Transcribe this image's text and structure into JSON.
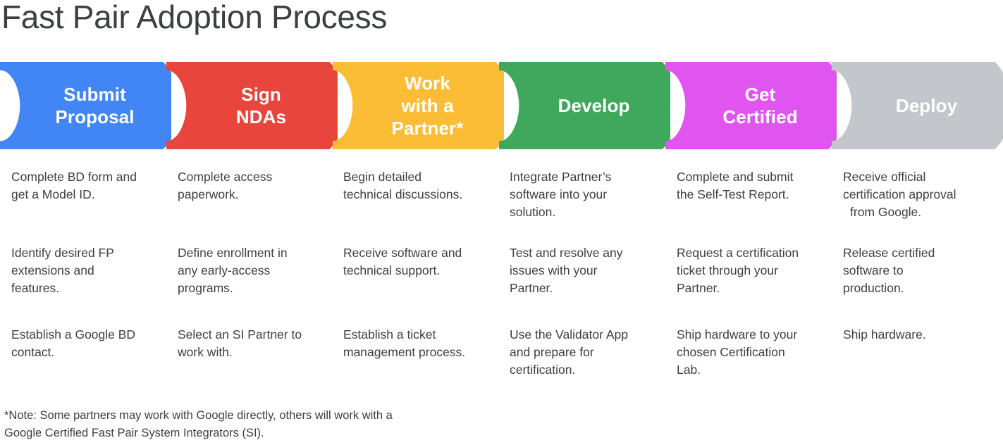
{
  "page": {
    "title": "Fast Pair Adoption Process",
    "title_color": "#3c4043",
    "background": "#ffffff"
  },
  "process": {
    "steps": [
      {
        "id": "submit-proposal",
        "label": "Submit\nProposal",
        "color": "#4285f4",
        "color_name": "google-blue",
        "items": [
          [
            "Complete BD form and",
            "get a Model ID."
          ],
          [
            "Identify desired FP",
            "extensions and",
            "features."
          ],
          [
            "Establish a Google BD",
            "contact."
          ]
        ]
      },
      {
        "id": "sign-ndas",
        "label": "Sign\nNDAs",
        "color": "#e8453c",
        "color_name": "google-red",
        "items": [
          [
            "Complete access",
            "paperwork."
          ],
          [
            "Define enrollment in",
            "any early-access",
            "programs."
          ],
          [
            "Select an SI Partner to",
            "work with."
          ]
        ]
      },
      {
        "id": "work-with-a-partner",
        "label": "Work\nwith a\nPartner*",
        "color": "#fabd35",
        "color_name": "google-yellow",
        "items": [
          [
            "Begin detailed",
            "technical discussions."
          ],
          [
            "Receive software and",
            "technical support."
          ],
          [
            "Establish a ticket",
            "management process."
          ]
        ]
      },
      {
        "id": "develop",
        "label": "Develop",
        "color": "#40a85c",
        "color_name": "google-green",
        "items": [
          [
            "Integrate Partner’s",
            "software into your",
            "solution."
          ],
          [
            "Test and resolve any",
            "issues with your",
            "Partner."
          ],
          [
            "Use the Validator App",
            "and prepare for",
            "certification."
          ]
        ]
      },
      {
        "id": "get-certified",
        "label": "Get\nCertified",
        "color": "#e054ef",
        "color_name": "magenta",
        "items": [
          [
            "Complete and submit",
            "the Self-Test Report."
          ],
          [
            "Request a certification",
            "ticket through your",
            "Partner."
          ],
          [
            "Ship hardware to your",
            "chosen Certification",
            "Lab."
          ]
        ]
      },
      {
        "id": "deploy",
        "label": "Deploy",
        "color": "#c3c7cb",
        "color_name": "gray",
        "items": [
          [
            "Receive official",
            "certification approval",
            " from Google."
          ],
          [
            "Release certified",
            "software to",
            "production."
          ],
          [
            "Ship hardware."
          ]
        ]
      }
    ]
  },
  "footnote": {
    "lines": [
      "*Note: Some partners may work with Google directly, others will work with a",
      "Google Certified Fast Pair System Integrators (SI)."
    ]
  }
}
